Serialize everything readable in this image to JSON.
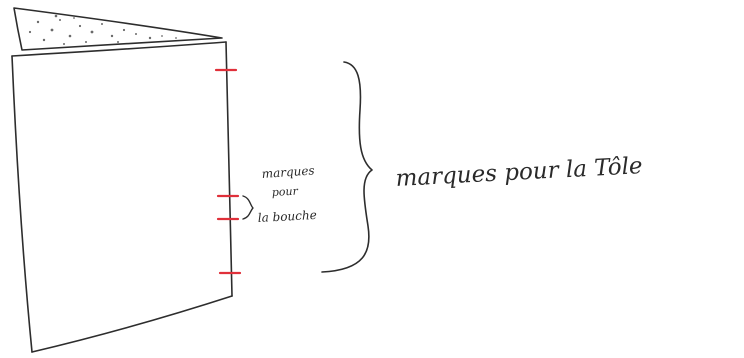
{
  "annotations": {
    "marks_small_line1": "marques",
    "marks_small_line2": "pour",
    "marks_small_line3": "la bouche",
    "marks_main": "marques pour la Tôle"
  },
  "colors": {
    "ink": "#2d2d2d",
    "tick": "#e0303a",
    "speckle": "#6a6a6a",
    "paper": "#ffffff"
  },
  "tick_count": 4
}
